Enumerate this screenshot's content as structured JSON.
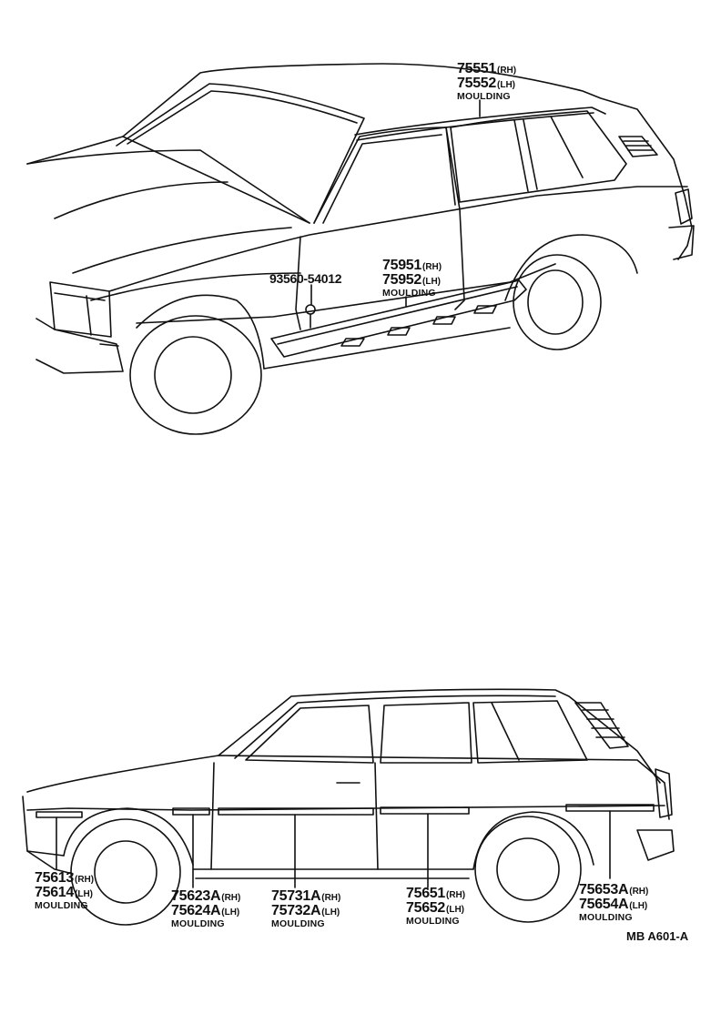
{
  "diagram_code": "MB A601-A",
  "callouts": [
    {
      "part_rh": "75551",
      "side_rh": "(RH)",
      "part_lh": "75552",
      "side_lh": "(LH)",
      "name": "MOULDING"
    },
    {
      "part_rh": "75951",
      "side_rh": "(RH)",
      "part_lh": "75952",
      "side_lh": "(LH)",
      "name": "MOULDING"
    },
    {
      "part": "93560-54012"
    },
    {
      "part_rh": "75613",
      "side_rh": "(RH)",
      "part_lh": "75614",
      "side_lh": "(LH)",
      "name": "MOULDING"
    },
    {
      "part_rh": "75623A",
      "side_rh": "(RH)",
      "part_lh": "75624A",
      "side_lh": "(LH)",
      "name": "MOULDING"
    },
    {
      "part_rh": "75731A",
      "side_rh": "(RH)",
      "part_lh": "75732A",
      "side_lh": "(LH)",
      "name": "MOULDING"
    },
    {
      "part_rh": "75651",
      "side_rh": "(RH)",
      "part_lh": "75652",
      "side_lh": "(LH)",
      "name": "MOULDING"
    },
    {
      "part_rh": "75653A",
      "side_rh": "(RH)",
      "part_lh": "75654A",
      "side_lh": "(LH)",
      "name": "MOULDING"
    }
  ]
}
